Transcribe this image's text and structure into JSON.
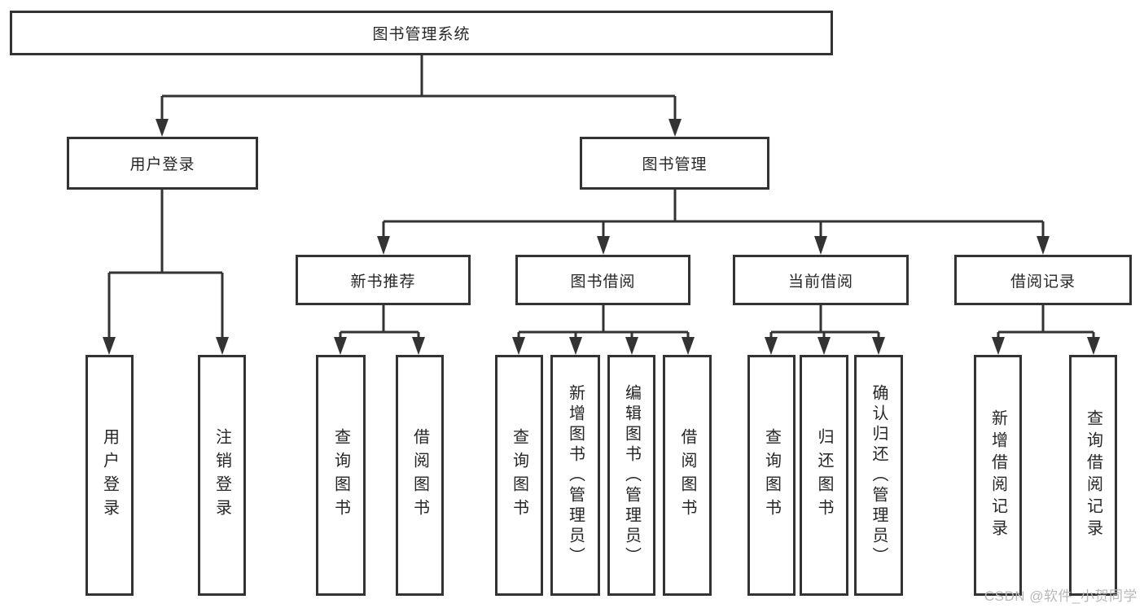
{
  "diagram": {
    "root": {
      "label": "图书管理系统"
    },
    "level2": [
      {
        "label": "用户登录",
        "children": [
          {
            "label": "用户登录"
          },
          {
            "label": "注销登录"
          }
        ]
      },
      {
        "label": "图书管理",
        "children": [
          {
            "label": "新书推荐",
            "children": [
              {
                "label": "查询图书"
              },
              {
                "label": "借阅图书"
              }
            ]
          },
          {
            "label": "图书借阅",
            "children": [
              {
                "label": "查询图书"
              },
              {
                "label": "新增图书（管理员）"
              },
              {
                "label": "编辑图书（管理员）"
              },
              {
                "label": "借阅图书"
              }
            ]
          },
          {
            "label": "当前借阅",
            "children": [
              {
                "label": "查询图书"
              },
              {
                "label": "归还图书"
              },
              {
                "label": "确认归还（管理员）"
              }
            ]
          },
          {
            "label": "借阅记录",
            "children": [
              {
                "label": "新增借阅记录"
              },
              {
                "label": "查询借阅记录"
              }
            ]
          }
        ]
      }
    ],
    "colors": {
      "line": "#333333",
      "box_border": "#333333",
      "text": "#262626",
      "background": "#ffffff",
      "watermark": "#b8b8b8"
    }
  },
  "watermark": {
    "text": "CSDN @软件_小贺同学"
  }
}
